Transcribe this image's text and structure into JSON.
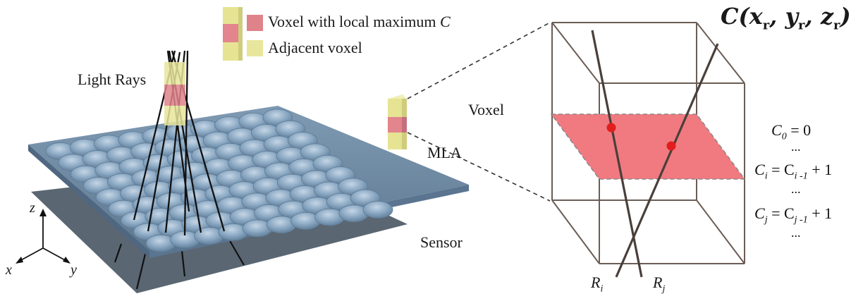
{
  "legend": {
    "local_max_label": "Voxel with local maximum",
    "local_max_symbol": "C",
    "adjacent_label": "Adjacent voxel"
  },
  "labels": {
    "light_rays": "Light Rays",
    "voxel": "Voxel",
    "mla": "MLA",
    "sensor": "Sensor"
  },
  "axes": {
    "x": "x",
    "y": "y",
    "z": "z"
  },
  "voxel_title": {
    "func": "C",
    "args": [
      "x",
      "y",
      "z"
    ],
    "subscript": "r"
  },
  "rays": {
    "ray_i": {
      "name": "R",
      "sub": "i"
    },
    "ray_j": {
      "name": "R",
      "sub": "j"
    }
  },
  "equations": {
    "c0": {
      "lhs": "C",
      "lhs_sub": "0",
      "rhs": "= 0"
    },
    "dots1": "...",
    "ci": {
      "lhs": "C",
      "lhs_sub": "i",
      "mid": "= C",
      "mid_sub": "i -1",
      "rhs": "+ 1"
    },
    "dots2": "...",
    "cj": {
      "lhs": "C",
      "lhs_sub": "j",
      "mid": "= C",
      "mid_sub": "j -1",
      "rhs": "+ 1"
    },
    "dots3": "..."
  },
  "colors": {
    "voxel_red": "#e0828a",
    "voxel_yellow": "#e8e69c",
    "plane_red": "#f07a80",
    "lens_blue": "#7b9bb8",
    "sensor_gray": "#596470",
    "ray_dark": "#4a3f3a",
    "box_edge": "#6b5d55"
  }
}
